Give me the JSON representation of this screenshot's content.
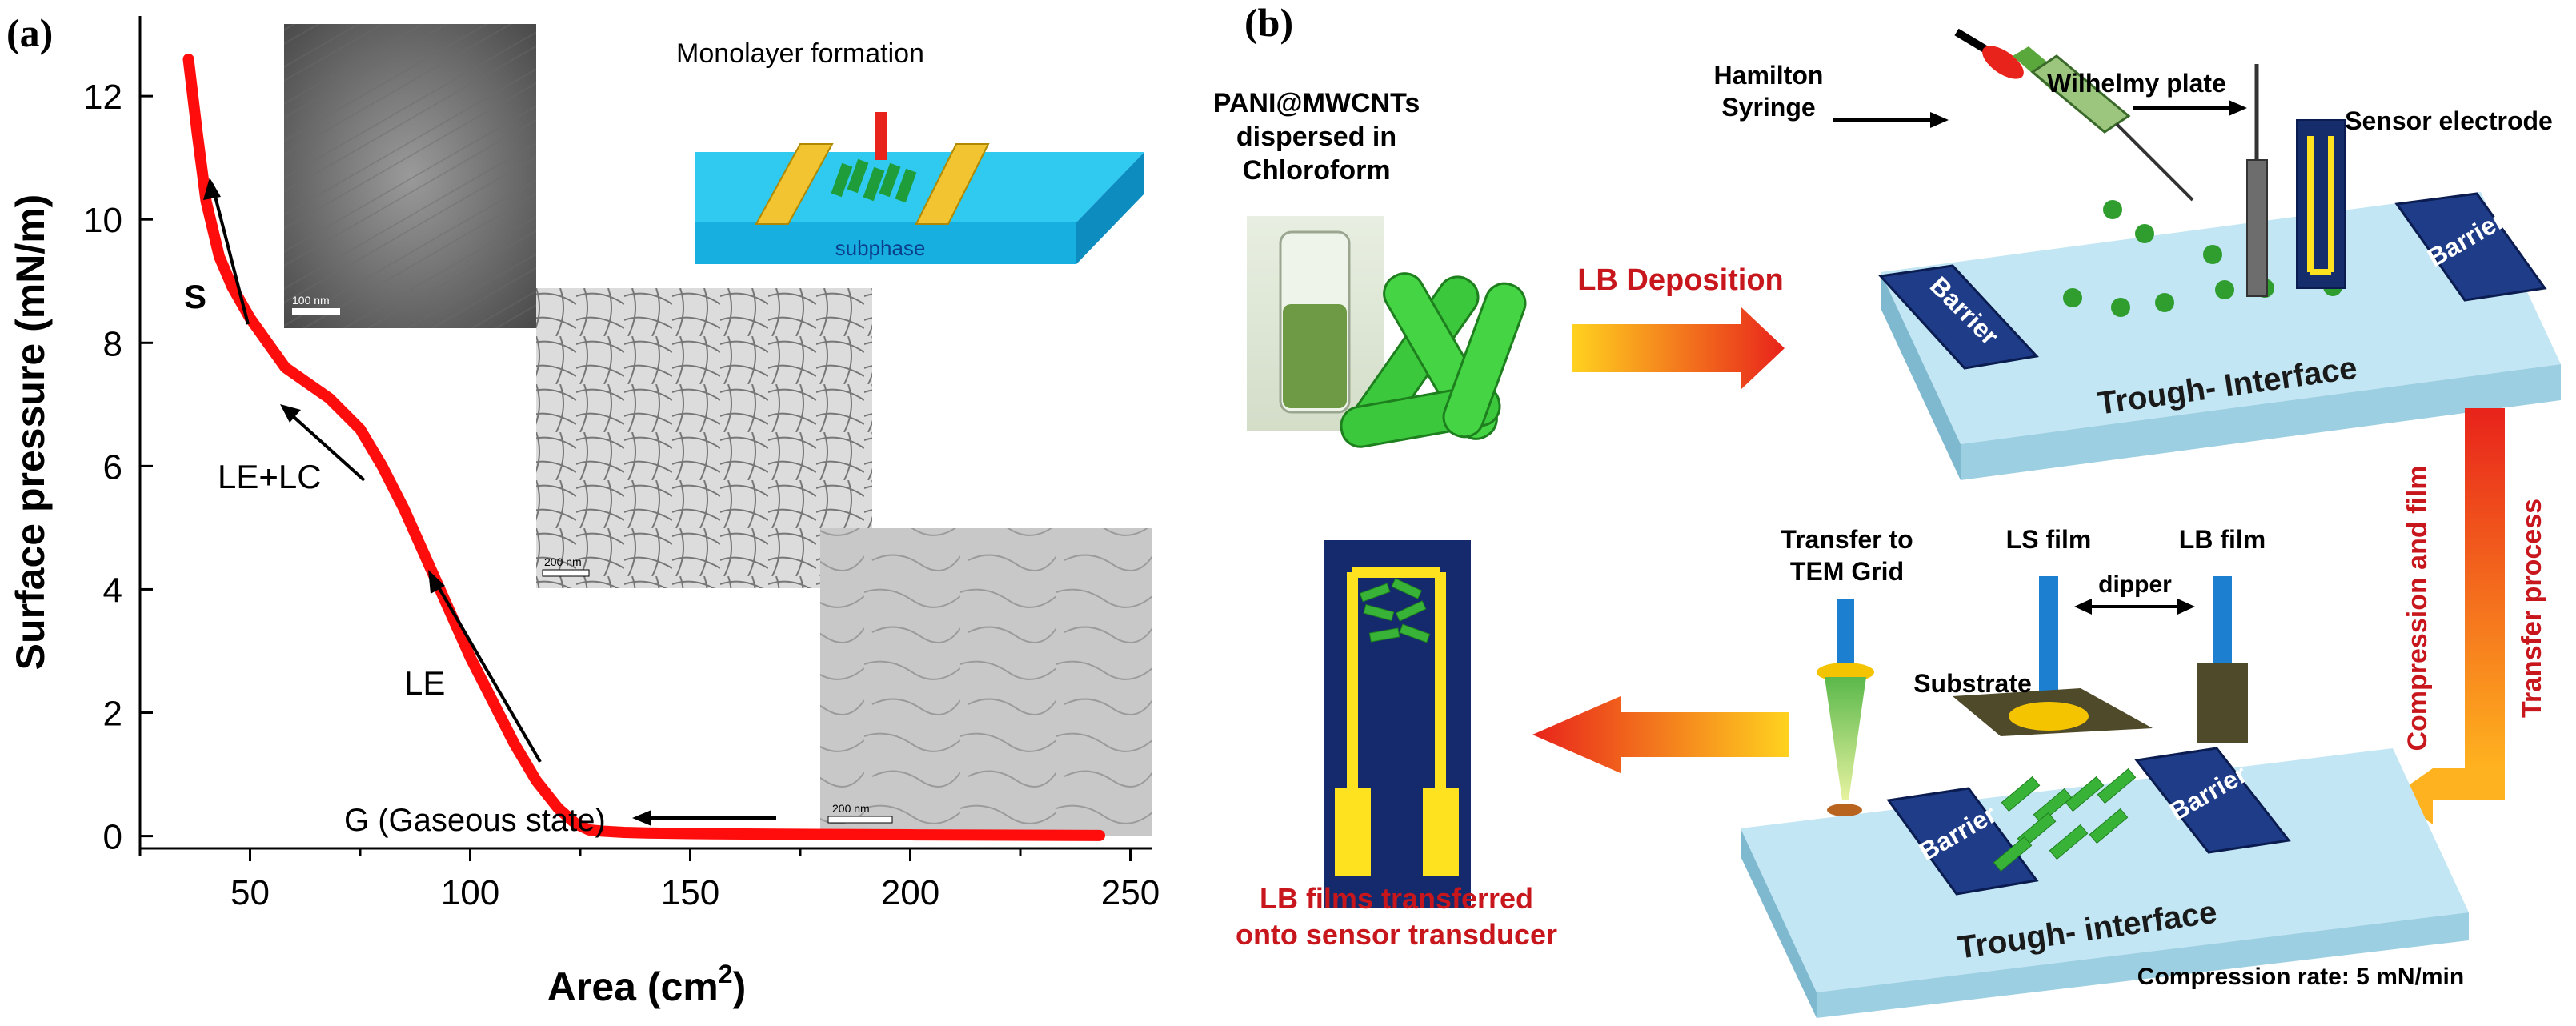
{
  "panel_a": {
    "label": "(a)",
    "xlabel": "Area (cm",
    "xlabel_sup": "2",
    "xlabel_close": ")",
    "ylabel": "Surface pressure (mN/m)",
    "phases": {
      "s": "S",
      "le_lc": "LE+LC",
      "le": "LE",
      "g": "G (Gaseous state)"
    },
    "inset_monolayer": {
      "title": "Monolayer formation",
      "subphase": "subphase"
    },
    "scale_bars": [
      "100 nm",
      "200 nm",
      "200 nm"
    ]
  },
  "chart_data": {
    "type": "line",
    "xlabel": "Area (cm2)",
    "ylabel": "Surface pressure (mN/m)",
    "xlim": [
      25,
      255
    ],
    "ylim": [
      -0.2,
      13.3
    ],
    "xticks": [
      50,
      100,
      150,
      200,
      250
    ],
    "yticks": [
      0,
      2,
      4,
      6,
      8,
      10,
      12
    ],
    "series": [
      {
        "color": "#ff0d0d",
        "x": [
          36,
          38,
          40,
          43,
          46,
          50,
          54,
          58,
          62,
          68,
          75,
          80,
          85,
          90,
          95,
          100,
          105,
          110,
          115,
          120,
          124,
          127,
          130,
          135,
          140,
          150,
          170,
          200,
          243
        ],
        "y": [
          12.6,
          11.4,
          10.3,
          9.4,
          8.9,
          8.4,
          8.0,
          7.6,
          7.4,
          7.1,
          6.6,
          6.0,
          5.3,
          4.5,
          3.7,
          2.9,
          2.2,
          1.5,
          0.9,
          0.45,
          0.2,
          0.1,
          0.08,
          0.06,
          0.05,
          0.04,
          0.03,
          0.02,
          0.01
        ]
      }
    ]
  },
  "panel_b": {
    "label": "(b)",
    "dispersion": [
      "PANI@MWCNTs",
      "dispersed in",
      "Chloroform"
    ],
    "lb_deposition": "LB Deposition",
    "hamilton": [
      "Hamilton",
      "Syringe"
    ],
    "wilhelmy": "Wilhelmy plate",
    "sensor_electrode": "Sensor electrode",
    "barrier": "Barrier",
    "trough_top": "Trough- Interface",
    "compression": [
      "Compression and film",
      "Transfer process"
    ],
    "transfer_tem": [
      "Transfer to",
      "TEM Grid"
    ],
    "ls_film": "LS film",
    "lb_film": "LB film",
    "dipper": "dipper",
    "substrate": "Substrate",
    "trough_bottom": "Trough- interface",
    "compression_rate": "Compression rate: 5 mN/min",
    "transferred": [
      "LB films transferred",
      "onto sensor transducer"
    ]
  }
}
